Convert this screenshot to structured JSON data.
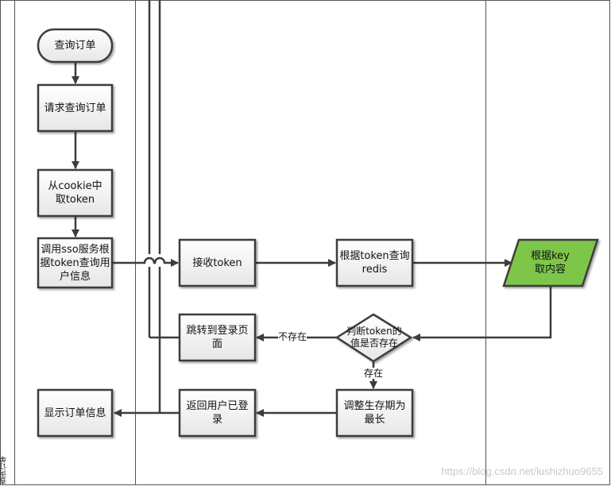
{
  "lane": {
    "title": "查询订单"
  },
  "nodes": {
    "start": "查询订单",
    "request": "请求查询订单",
    "cookie": "从cookie中取token",
    "call_sso": "调用sso服务根据token查询用户信息",
    "receive_token": "接收token",
    "query_redis": "根据token查询redis",
    "get_value": "根据key取内容",
    "check": "判断token的值是否存在",
    "redirect_login": "跳转到登录页面",
    "refresh_ttl": "调整生存期为最长",
    "return_user": "返回用户已登录",
    "show_order": "显示订单信息"
  },
  "edges": {
    "not_exist": "不存在",
    "exist": "存在"
  },
  "colors": {
    "box_fill": "#f2f2f2",
    "box_stroke": "#3c3c3c",
    "data_fill": "#7dc64a"
  },
  "watermark": "https://blog.csdn.net/lushizhuo9655"
}
